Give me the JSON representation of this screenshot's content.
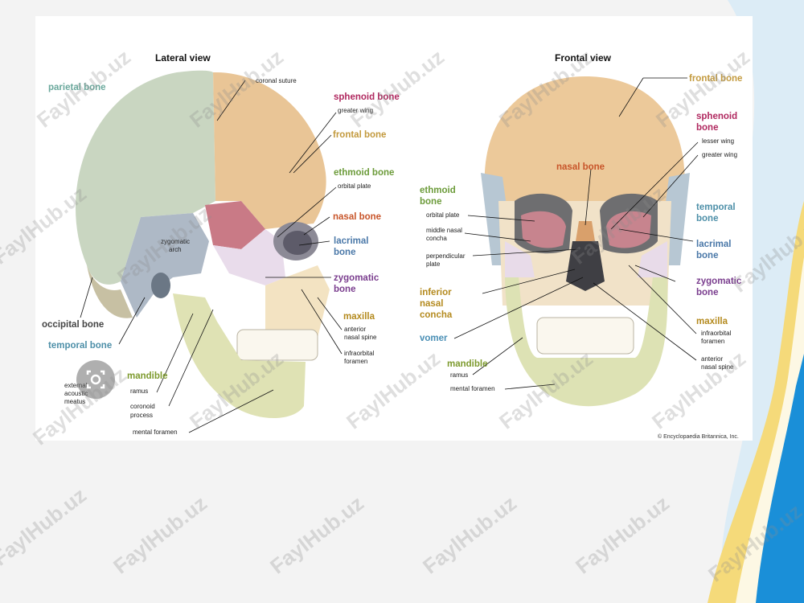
{
  "colors": {
    "parietal": "#6aa89c",
    "frontal": "#c39a3e",
    "sphenoid": "#b0285f",
    "ethmoid": "#6c9b3a",
    "nasal": "#c8552a",
    "lacrimal": "#4a78a8",
    "zygomatic": "#7a3d8e",
    "maxilla": "#b48a1e",
    "vomer": "#4a8fb5",
    "mandible": "#7d9a2e",
    "occipital": "#444444",
    "temporal": "#4d8fa8",
    "background": "#f3f3f3",
    "accent_blue": "#1a8fd8",
    "accent_yellow": "#f3d46a"
  },
  "watermark": "FaylHub.uz",
  "icons": {
    "image_search": "lens-icon"
  },
  "lateral": {
    "title": "Lateral view",
    "labels": {
      "parietal": "parietal bone",
      "coronal": "coronal suture",
      "sphenoid": "sphenoid bone",
      "greater_wing": "greater wing",
      "frontal": "frontal bone",
      "ethmoid": "ethmoid bone",
      "orbital_plate": "orbital plate",
      "nasal": "nasal bone",
      "lacrimal_1": "lacrimal",
      "lacrimal_2": "bone",
      "zygomatic_1": "zygomatic",
      "zygomatic_2": "bone",
      "maxilla": "maxilla",
      "anterior_spine_1": "anterior",
      "anterior_spine_2": "nasal spine",
      "infraorbital_1": "infraorbital",
      "infraorbital_2": "foramen",
      "zygomatic_arch_1": "zygomatic",
      "zygomatic_arch_2": "arch",
      "occipital": "occipital bone",
      "temporal": "temporal bone",
      "mandible": "mandible",
      "ramus": "ramus",
      "coronoid_1": "coronoid",
      "coronoid_2": "process",
      "mental_foramen": "mental foramen",
      "meatus_1": "external",
      "meatus_2": "acoustic",
      "meatus_3": "meatus"
    }
  },
  "frontal": {
    "title": "Frontal view",
    "labels": {
      "frontal": "frontal bone",
      "sphenoid_1": "sphenoid",
      "sphenoid_2": "bone",
      "lesser_wing": "lesser wing",
      "greater_wing": "greater wing",
      "nasal": "nasal bone",
      "ethmoid_1": "ethmoid",
      "ethmoid_2": "bone",
      "orbital_plate": "orbital plate",
      "middle_concha_1": "middle nasal",
      "middle_concha_2": "concha",
      "perpendicular_1": "perpendicular",
      "perpendicular_2": "plate",
      "temporal_1": "temporal",
      "temporal_2": "bone",
      "lacrimal_1": "lacrimal",
      "lacrimal_2": "bone",
      "zygomatic_1": "zygomatic",
      "zygomatic_2": "bone",
      "inferior_1": "inferior",
      "inferior_2": "nasal",
      "inferior_3": "concha",
      "vomer": "vomer",
      "maxilla": "maxilla",
      "infraorbital_1": "infraorbital",
      "infraorbital_2": "foramen",
      "anterior_spine_1": "anterior",
      "anterior_spine_2": "nasal spine",
      "mandible": "mandible",
      "ramus": "ramus",
      "mental_foramen": "mental foramen"
    }
  },
  "credit": "© Encyclopaedia Britannica, Inc."
}
